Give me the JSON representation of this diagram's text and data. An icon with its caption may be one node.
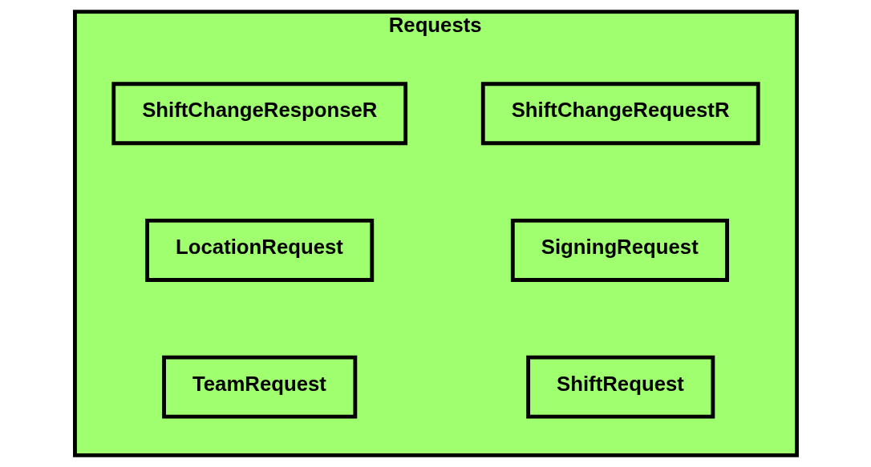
{
  "diagram": {
    "nodes": [
      {
        "text": [
          "Requests"
        ]
      },
      {
        "text": [
          "LocationRequest"
        ],
        "in": 0
      },
      {
        "text": [
          "ShiftRequest"
        ],
        "in": 0
      },
      {
        "text": [
          "ShiftChangeRequestR"
        ],
        "in": 0
      },
      {
        "text": [
          "SigningRequest"
        ],
        "in": 0
      },
      {
        "text": [
          "ShiftChangeResponseR"
        ],
        "in": 0
      },
      {
        "text": [
          "TeamRequest"
        ],
        "in": 0
      }
    ],
    "edges": []
  }
}
